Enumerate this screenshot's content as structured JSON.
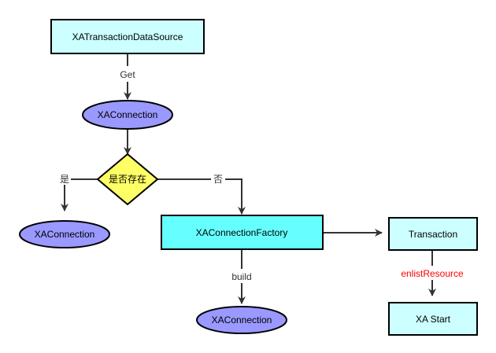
{
  "colors": {
    "box_light": "#ccffff",
    "box_cyan": "#66ffff",
    "ellipse": "#9999ff",
    "diamond": "#ffff66",
    "stroke": "#000000",
    "edge": "#333333",
    "edge_label_red": "#ff0000"
  },
  "nodes": {
    "xa_datasource": "XATransactionDataSource",
    "xa_connection_top": "XAConnection",
    "decision": "是否存在",
    "xa_connection_left": "XAConnection",
    "factory": "XAConnectionFactory",
    "xa_connection_bottom": "XAConnection",
    "transaction": "Transaction",
    "xa_start": "XA Start"
  },
  "edges": {
    "get": "Get",
    "yes": "是",
    "no": "否",
    "build": "build",
    "enlist": "enlistResource"
  }
}
